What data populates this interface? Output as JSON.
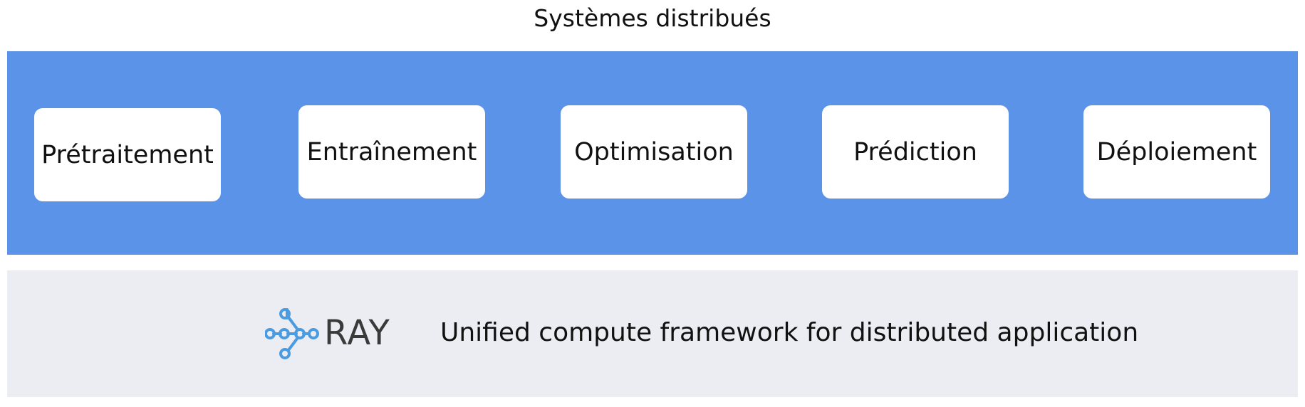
{
  "title": "Systèmes distribués",
  "stages": [
    {
      "label": "Prétraitement"
    },
    {
      "label": "Entraînement"
    },
    {
      "label": "Optimisation"
    },
    {
      "label": "Prédiction"
    },
    {
      "label": "Déploiement"
    }
  ],
  "framework": {
    "logo_text": "RAY",
    "logo_icon": "ray-network-icon",
    "tagline": "Unified compute framework for distributed application"
  },
  "colors": {
    "band_blue": "#5b93e9",
    "band_gray": "#ecedf2",
    "logo_blue": "#4a9be0"
  }
}
